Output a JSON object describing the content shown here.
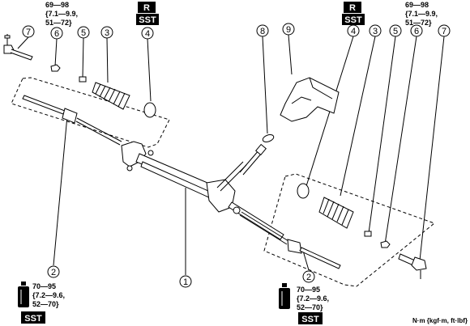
{
  "callouts": [
    "1",
    "2",
    "3",
    "4",
    "5",
    "6",
    "7",
    "8",
    "9"
  ],
  "badges": {
    "r": "R",
    "sst": "SST"
  },
  "torque_tie_rod_end": {
    "line1": "69—98",
    "line2": "{7.1—9.9,",
    "line3": "51—72}"
  },
  "torque_tie_rod": {
    "line1": "70—95",
    "line2": "{7.2—9.6,",
    "line3": "52—70}"
  },
  "footer_units": "N·m {kgf·m, ft·lbf}"
}
